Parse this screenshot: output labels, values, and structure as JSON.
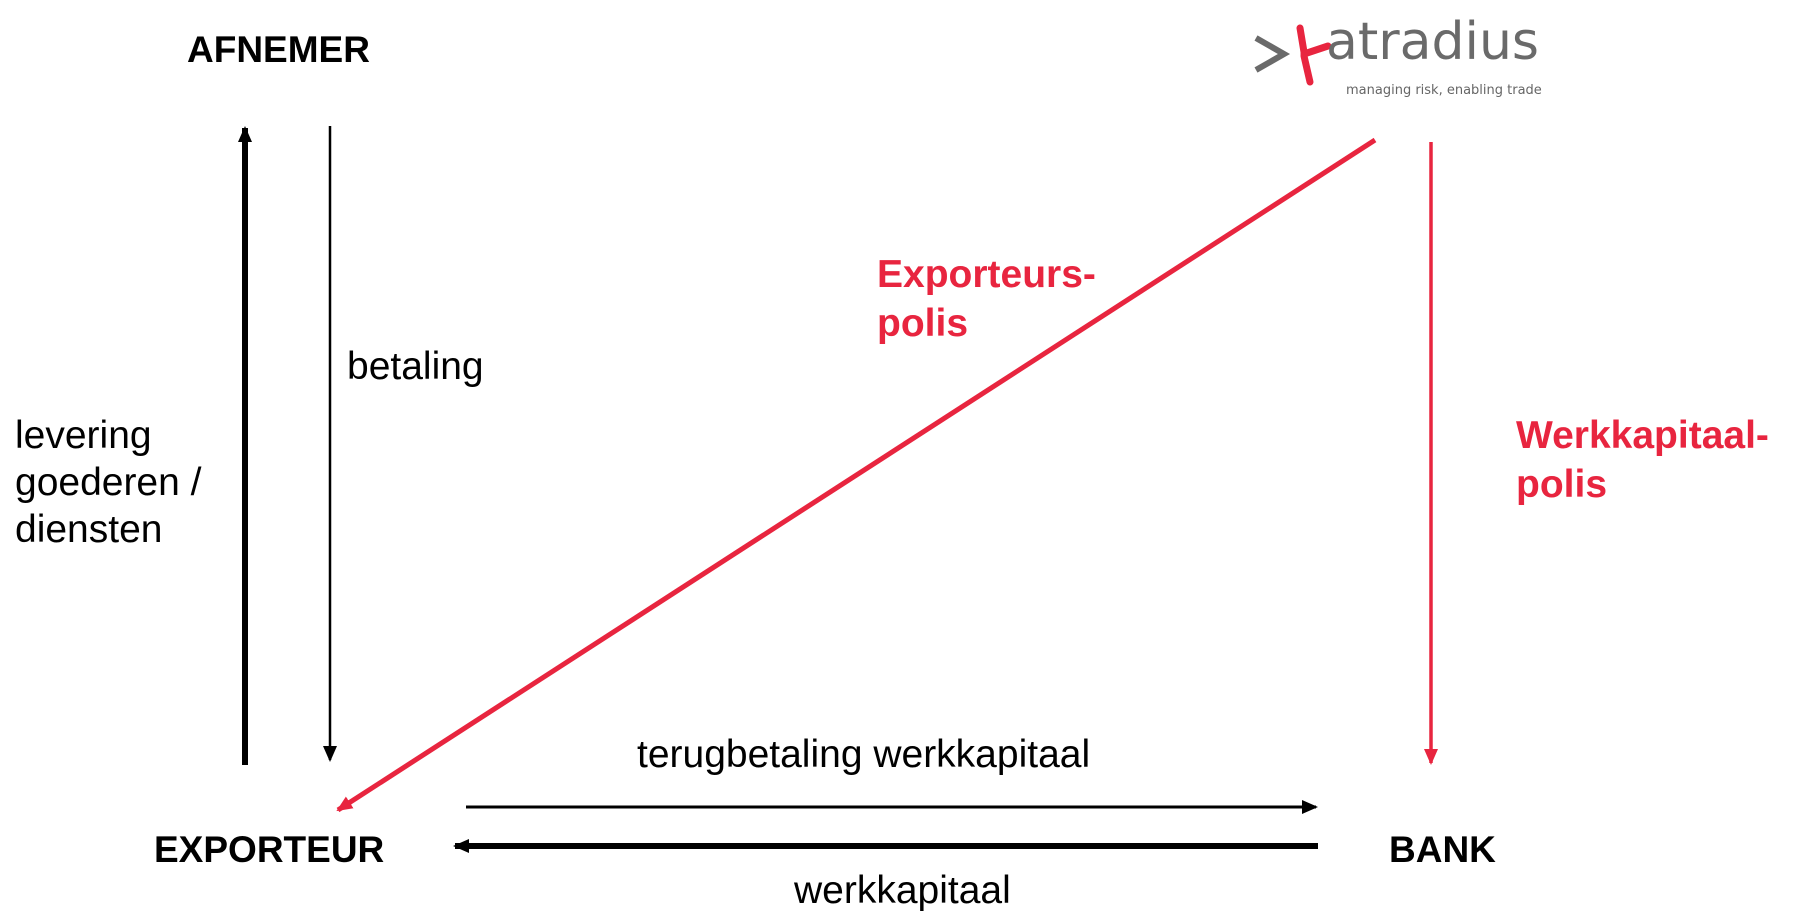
{
  "nodes": {
    "afnemer": "AFNEMER",
    "exporteur": "EXPORTEUR",
    "bank": "BANK"
  },
  "logo": {
    "name": "atradius",
    "tagline": "managing risk, enabling trade"
  },
  "edges": {
    "levering": [
      "levering",
      "goederen /",
      "diensten"
    ],
    "betaling": "betaling",
    "exporteurspolis": [
      "Exporteurs-",
      "polis"
    ],
    "werkkapitaalpolis": [
      "Werkkapitaal-",
      "polis"
    ],
    "terugbetaling": "terugbetaling werkkapitaal",
    "werkkapitaal": "werkkapitaal"
  },
  "colors": {
    "accent": "#e8253f",
    "text": "#000000",
    "logo_grey": "#6a6a6a"
  }
}
